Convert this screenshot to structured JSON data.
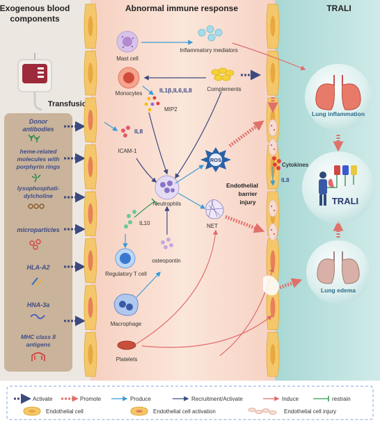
{
  "headers": {
    "exogenous": "Exogenous blood components",
    "immune": "Abnormal immune response",
    "trali": "TRALI"
  },
  "transfusion_label": "Transfusion",
  "components": [
    "Donor antibodies",
    "heme-related molecules with porphyrin rings",
    "lysophosphatidylcholine",
    "microparticles",
    "HLA-A2",
    "HNA-3a",
    "MHC class II antigens"
  ],
  "cells": {
    "mast_cell": "Mast cell",
    "inflammatory_mediators": "Inflammatory mediators",
    "monocytes": "Monocytes",
    "il_cluster": "IL1β,IL6,IL8",
    "mip2": "MIP2",
    "complements": "Complements",
    "il8_top": "IL8",
    "icam1": "ICAM-1",
    "ros": "ROS",
    "neutrophils": "Neutrophils",
    "il10": "IL10",
    "net": "NET",
    "treg": "Regulatory T cell",
    "osteopontin": "osteopontin",
    "macrophage": "Macrophage",
    "platelets": "Platelets"
  },
  "barrier": {
    "label_line1": "Endothelial",
    "label_line2": "barrier",
    "label_line3": "injury",
    "cytokines": "Cytokines",
    "il8": "IL8"
  },
  "outcomes": {
    "lung_inflammation": "Lung inflammation",
    "trali": "TRALI",
    "lung_edema": "Lung edema"
  },
  "legend": [
    {
      "label": "Activate",
      "style": "activate"
    },
    {
      "label": "Promote",
      "style": "promote"
    },
    {
      "label": "Produce",
      "style": "produce"
    },
    {
      "label": "Recruitment/Activate",
      "style": "recruit"
    },
    {
      "label": "Induce",
      "style": "induce"
    },
    {
      "label": "restrain",
      "style": "restrain"
    },
    {
      "label": "Endothelial cell",
      "style": "endo"
    },
    {
      "label": "Endothelial cell activation",
      "style": "endo_act"
    },
    {
      "label": "Endothelial cell injury",
      "style": "endo_inj"
    }
  ],
  "colors": {
    "activate": "#3c4a80",
    "promote": "#e0706a",
    "produce": "#3a9ad6",
    "induce": "#e08080",
    "restrain": "#2f9a55",
    "left_bg": "#e9e4de",
    "left_panel": "#c9b39a",
    "mid_bg": "#f8dccf",
    "right_bg": "#bfe3e0",
    "endothelial": "#f4c76a"
  }
}
